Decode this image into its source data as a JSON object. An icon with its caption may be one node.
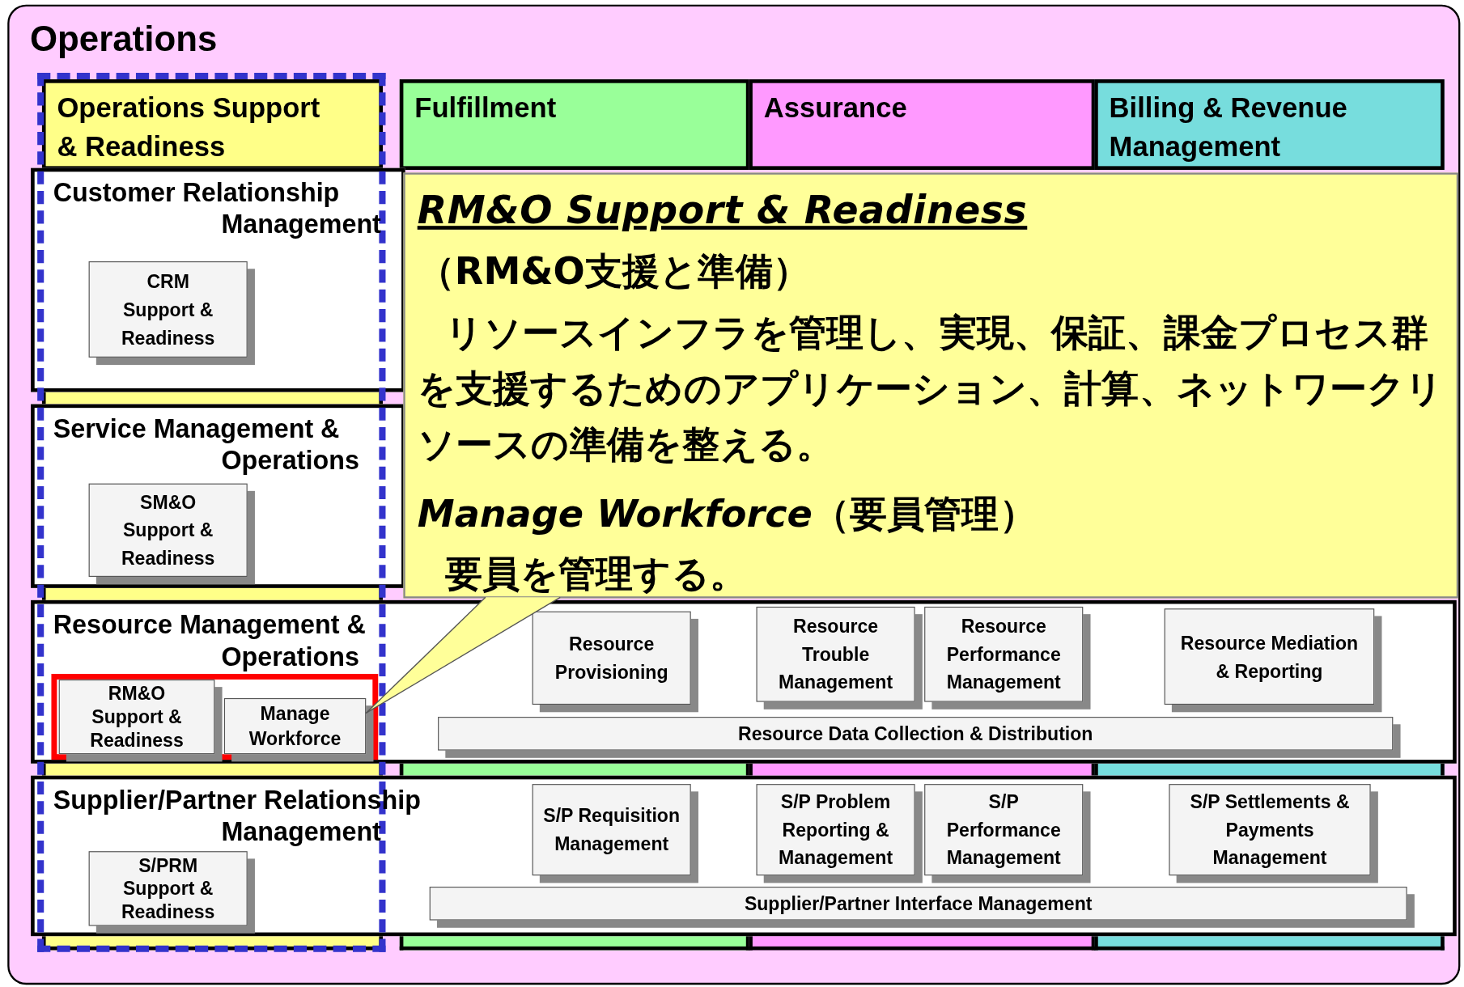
{
  "diagram": {
    "nodes": [
      {
        "text": [
          "Operations"
        ]
      },
      {
        "text": [
          "Operations Support & Readiness"
        ],
        "in": 0
      },
      {
        "text": [
          "Fulfillment"
        ],
        "in": 0
      },
      {
        "text": [
          "Assurance"
        ],
        "in": 0
      },
      {
        "text": [
          "Billing & Revenue Management"
        ],
        "in": 0
      },
      {
        "text": [
          "Customer Relationship Management"
        ],
        "in": 0
      },
      {
        "text": [
          "CRM Support & Readiness"
        ],
        "in": 5
      },
      {
        "text": [
          "Service Management & Operations"
        ],
        "in": 0
      },
      {
        "text": [
          "SM&O Support & Readiness"
        ],
        "in": 7
      },
      {
        "text": [
          "Resource Management & Operations"
        ],
        "in": 0
      },
      {
        "text": [],
        "shape": "box",
        "in": 9
      },
      {
        "text": [
          "RM&O Support & Readiness"
        ],
        "in": 10
      },
      {
        "text": [
          "Manage Workforce"
        ],
        "in": 10
      },
      {
        "text": [
          "Resource Provisioning"
        ],
        "in": 9
      },
      {
        "text": [
          "Resource Trouble Management"
        ],
        "in": 9
      },
      {
        "text": [
          "Resource Performance Management"
        ],
        "in": 9
      },
      {
        "text": [
          "Resource Mediation & Reporting"
        ],
        "in": 9
      },
      {
        "text": [
          "Resource Data Collection & Distribution"
        ],
        "in": 9
      },
      {
        "text": [
          "Supplier/Partner Relationship Management"
        ],
        "in": 0
      },
      {
        "text": [
          "S/PRM Support & Readiness"
        ],
        "in": 18
      },
      {
        "text": [
          "S/P Requisition Management"
        ],
        "in": 18
      },
      {
        "text": [
          "S/P Problem Reporting & Management"
        ],
        "in": 18
      },
      {
        "text": [
          "S/P Performance Management"
        ],
        "in": 18
      },
      {
        "text": [
          "S/P Settlements & Payments Management"
        ],
        "in": 18
      },
      {
        "text": [
          "Supplier/Partner Interface Management"
        ],
        "in": 18
      },
      {
        "text": [
          "RM&O Support & Readiness",
          "（RM&O支援と準備）",
          "リソースインフラを管理し、実現、保証、課金プロセス群を支援するためのアプリケーション、計算、ネットワークリソースの準備を整える。",
          "*Manage Workforce*（要員管理）",
          "要員を管理する。"
        ],
        "in": 0
      }
    ],
    "edges": [
      {
        "from": 25,
        "to": 12,
        "arrow": "none"
      }
    ]
  }
}
